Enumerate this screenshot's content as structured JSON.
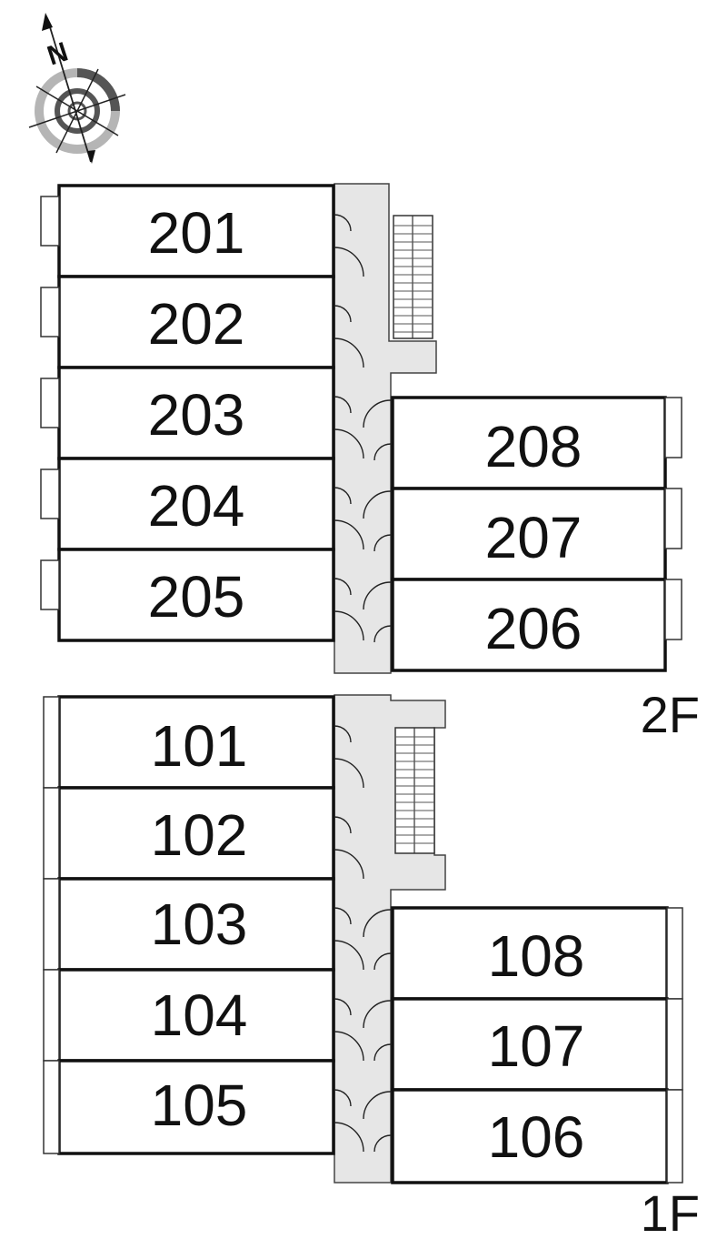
{
  "floors": [
    {
      "label": "2F",
      "rooms_left": [
        "201",
        "202",
        "203",
        "204",
        "205"
      ],
      "rooms_right": [
        "208",
        "207",
        "206"
      ]
    },
    {
      "label": "1F",
      "rooms_left": [
        "101",
        "102",
        "103",
        "104",
        "105"
      ],
      "rooms_right": [
        "108",
        "107",
        "106"
      ]
    }
  ],
  "compass": {
    "north_letter": "N"
  },
  "colors": {
    "corridor": "#e6e6e6",
    "wall": "#111111",
    "compass_ring": "#9a9a9a"
  }
}
